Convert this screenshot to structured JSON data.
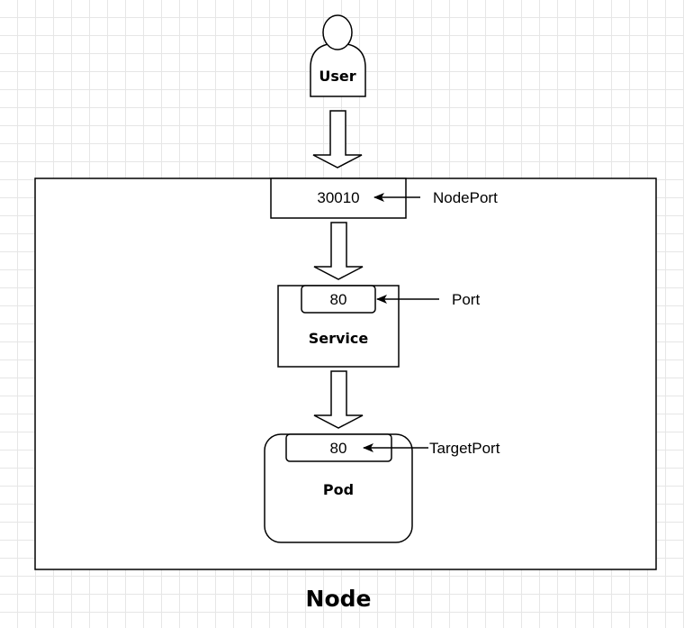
{
  "diagram": {
    "user": {
      "label": "User"
    },
    "node_port": {
      "value": "30010",
      "label": "NodePort"
    },
    "service": {
      "port_value": "80",
      "port_label": "Port",
      "label": "Service"
    },
    "pod": {
      "port_value": "80",
      "port_label": "TargetPort",
      "label": "Pod"
    },
    "node": {
      "label": "Node"
    }
  }
}
